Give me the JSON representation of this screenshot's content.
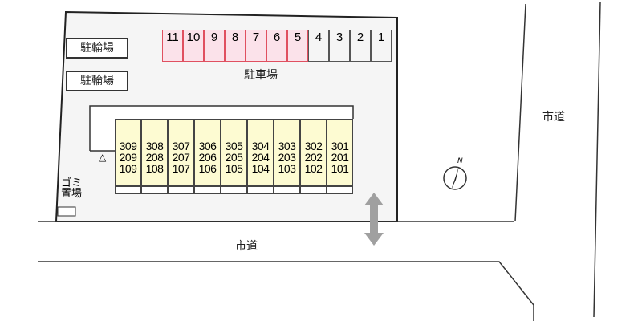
{
  "bicycle_parking": [
    "駐輪場",
    "駐輪場"
  ],
  "parking_label": "駐車場",
  "parking_slots": [
    {
      "n": "11",
      "highlight": true
    },
    {
      "n": "10",
      "highlight": true
    },
    {
      "n": "9",
      "highlight": true
    },
    {
      "n": "8",
      "highlight": true
    },
    {
      "n": "7",
      "highlight": true
    },
    {
      "n": "6",
      "highlight": true
    },
    {
      "n": "5",
      "highlight": true
    },
    {
      "n": "4",
      "highlight": false
    },
    {
      "n": "3",
      "highlight": false
    },
    {
      "n": "2",
      "highlight": false
    },
    {
      "n": "1",
      "highlight": false
    }
  ],
  "units": [
    [
      "309",
      "209",
      "109"
    ],
    [
      "308",
      "208",
      "108"
    ],
    [
      "307",
      "207",
      "107"
    ],
    [
      "306",
      "206",
      "106"
    ],
    [
      "305",
      "205",
      "105"
    ],
    [
      "304",
      "204",
      "104"
    ],
    [
      "303",
      "203",
      "103"
    ],
    [
      "302",
      "202",
      "102"
    ],
    [
      "301",
      "201",
      "101"
    ]
  ],
  "garbage_label": "ゴミ置場",
  "road_bottom": "市道",
  "road_right": "市道",
  "compass": "N",
  "entrance_marker": "△",
  "colors": {
    "highlight_slot": "#fbe2ea",
    "unit_fill": "#fdfbd2",
    "site": "#f5f5f5",
    "arrow": "#a0a0a0"
  }
}
